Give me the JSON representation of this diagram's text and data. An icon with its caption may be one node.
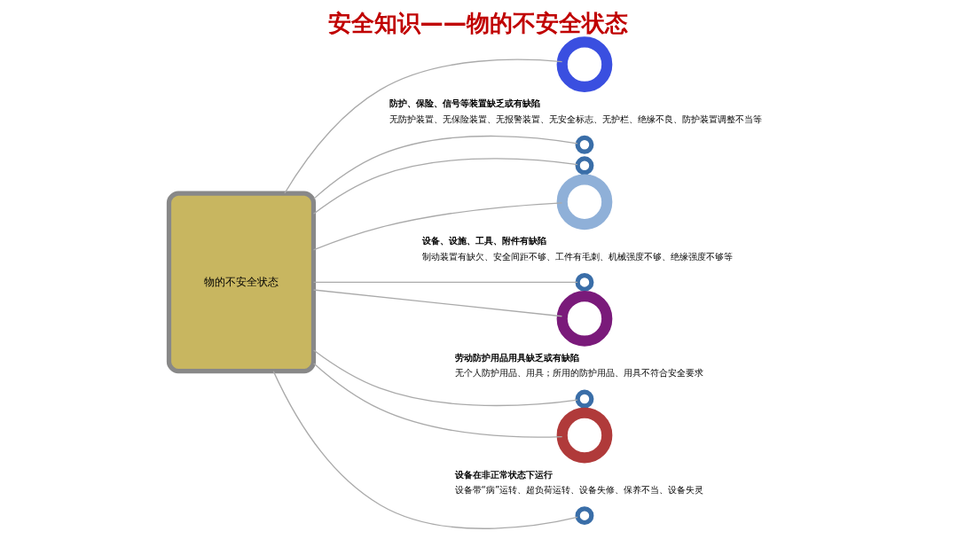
{
  "diagram": {
    "title": "安全知识——物的不安全状态",
    "nodes": [
      {
        "text": [
          "物的不安全状态"
        ]
      },
      {
        "text": [],
        "shape": "circle",
        "beside": [
          "防护、保险、信号等装置缺乏或有缺陷",
          "无防护装置、无保险装置、无报警装置、无安全标志、无护栏、绝缘不良、防护装置调整不当等"
        ]
      },
      {
        "text": [],
        "shape": "circle"
      },
      {
        "text": [],
        "shape": "circle"
      },
      {
        "text": [],
        "shape": "circle",
        "beside": [
          "设备、设施、工具、附件有缺陷",
          "制动装置有缺欠、安全间距不够、工件有毛刺、机械强度不够、绝缘强度不够等"
        ]
      },
      {
        "text": [],
        "shape": "circle"
      },
      {
        "text": [],
        "shape": "circle",
        "beside": [
          "劳动防护用品用具缺乏或有缺陷",
          "无个人防护用品、用具；所用的防护用品、用具不符合安全要求"
        ]
      },
      {
        "text": [],
        "shape": "circle"
      },
      {
        "text": [],
        "shape": "circle",
        "beside": [
          "设备在非正常状态下运行",
          "设备带“病”运转、超负荷运转、设备失修、保养不当、设备失灵"
        ]
      },
      {
        "text": [],
        "shape": "circle"
      }
    ],
    "edges": [
      {
        "from": 0,
        "to": 1,
        "arrow": "none"
      },
      {
        "from": 0,
        "to": 2,
        "arrow": "none"
      },
      {
        "from": 0,
        "to": 3,
        "arrow": "none"
      },
      {
        "from": 0,
        "to": 4,
        "arrow": "none"
      },
      {
        "from": 0,
        "to": 5,
        "arrow": "none"
      },
      {
        "from": 0,
        "to": 6,
        "arrow": "none"
      },
      {
        "from": 0,
        "to": 7,
        "arrow": "none"
      },
      {
        "from": 0,
        "to": 8,
        "arrow": "none"
      },
      {
        "from": 0,
        "to": 9,
        "arrow": "none"
      }
    ]
  }
}
